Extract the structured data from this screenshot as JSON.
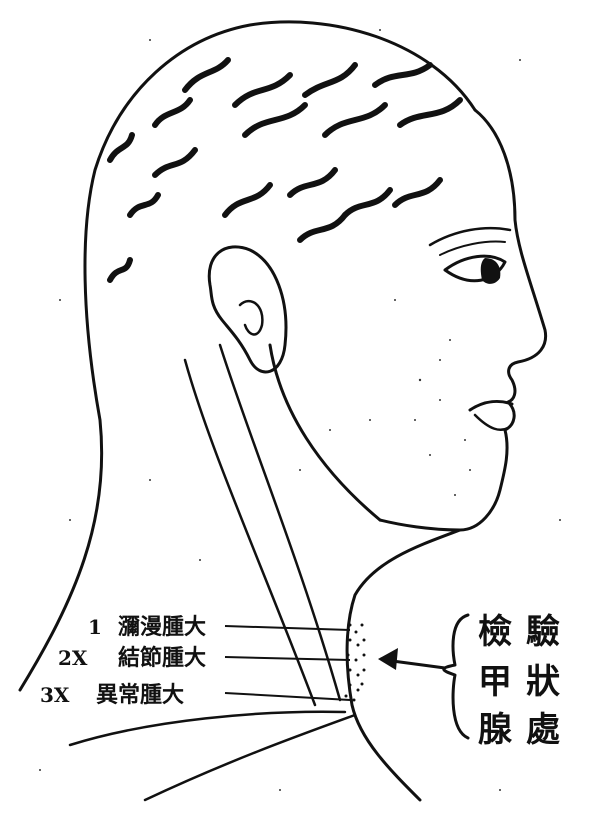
{
  "labels": [
    {
      "num": "1",
      "text": "瀰漫腫大"
    },
    {
      "num": "2X",
      "text": "結節腫大"
    },
    {
      "num": "3X",
      "text": "異常腫大"
    }
  ],
  "side_label": {
    "col1": [
      "檢",
      "甲",
      "腺"
    ],
    "col2": [
      "驗",
      "狀",
      "處"
    ]
  },
  "colors": {
    "ink": "#111111",
    "paper": "#ffffff"
  }
}
